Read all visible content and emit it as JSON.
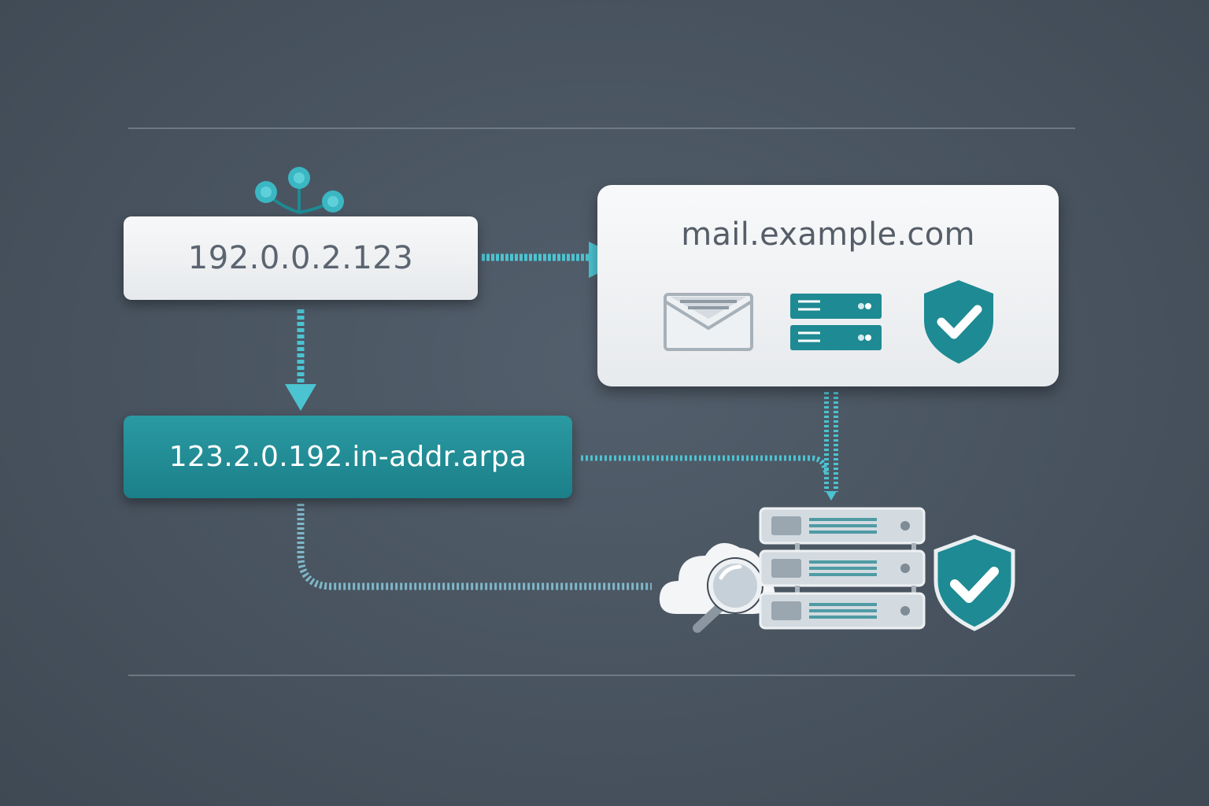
{
  "diagram": {
    "ip_address": "192.0.0.2.123",
    "reverse_zone": "123.2.0.192.in-addr.arpa",
    "hostname": "mail.example.com",
    "icons": {
      "network": "network-nodes-icon",
      "mail": "envelope-icon",
      "server": "server-icon",
      "shield": "shield-check-icon",
      "cloud_search": "cloud-search-icon",
      "server_stack": "server-stack-icon",
      "verified": "shield-check-icon"
    },
    "colors": {
      "background": "#4a5562",
      "teal": "#1e8a93",
      "arrow": "#4cc3d1",
      "card": "#f2f4f6",
      "text": "#5b6470"
    }
  }
}
